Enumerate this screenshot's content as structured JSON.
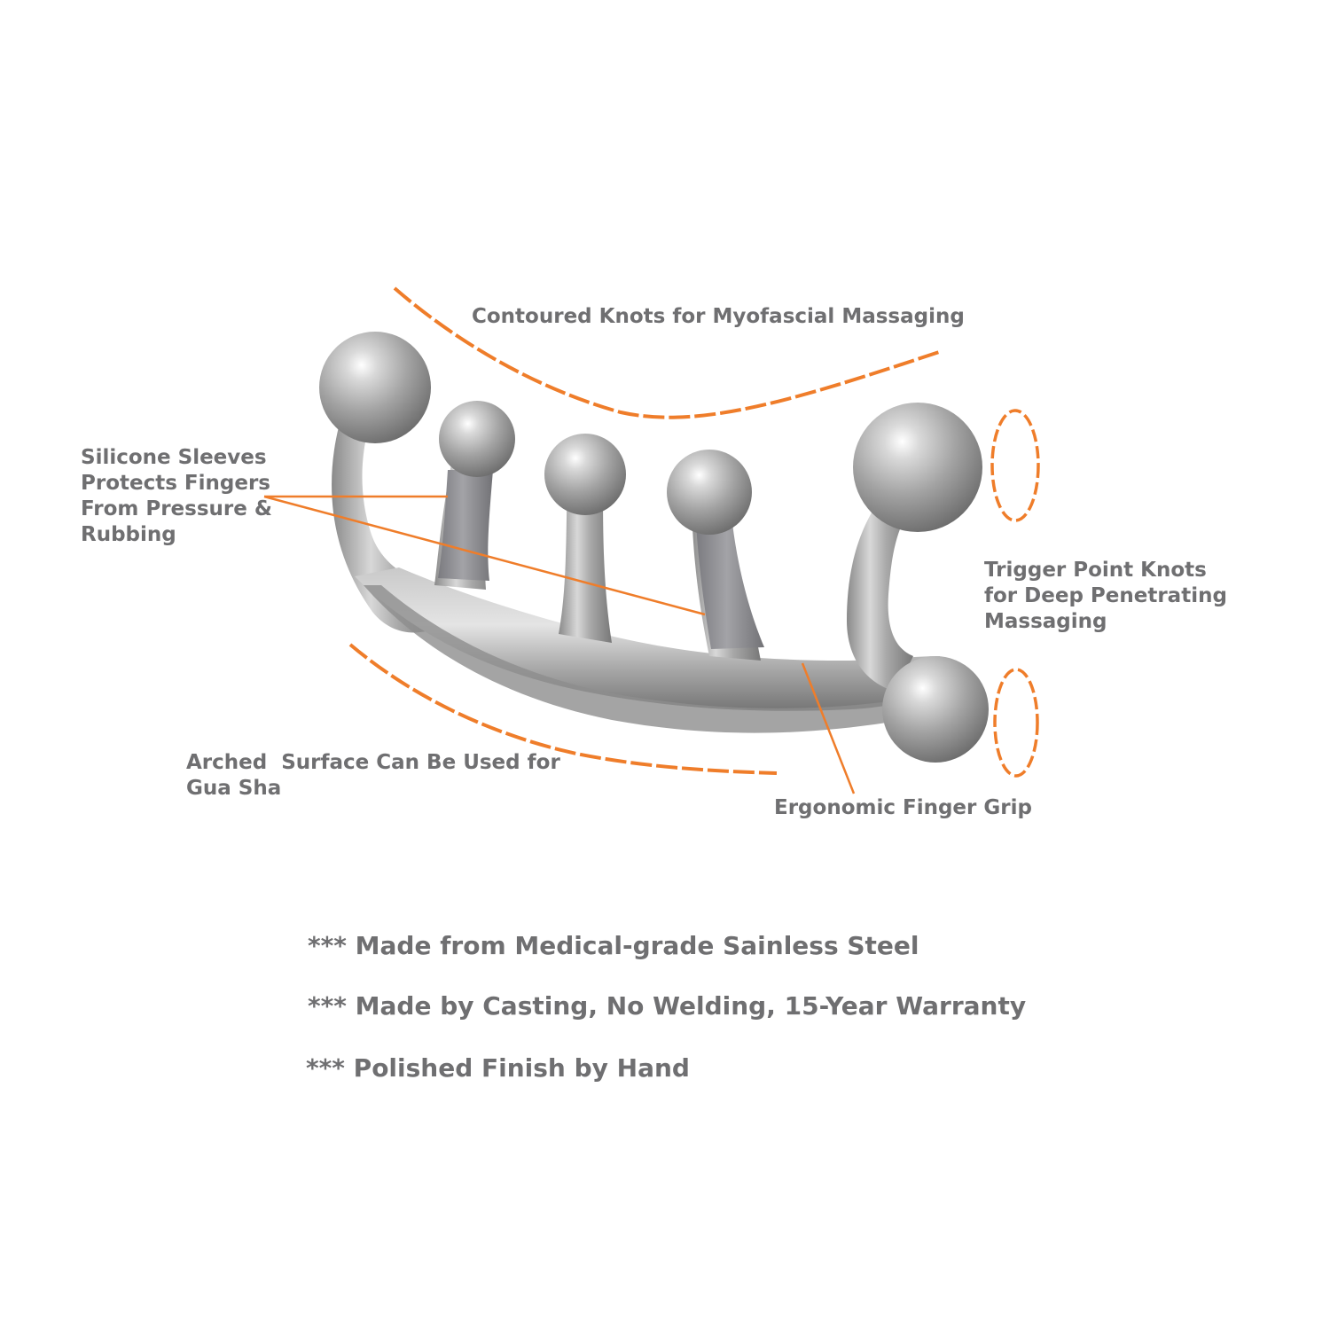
{
  "colors": {
    "accent": "#ef7d2a",
    "text": "#6f6f71",
    "metal_light": "#e6e6e6",
    "metal_mid": "#a9a9a9",
    "metal_dark": "#6c6c6c",
    "sleeve": "#8b8b8f"
  },
  "callouts": {
    "contoured_knots": [
      "Contoured Knots for Myofascial Massaging"
    ],
    "silicone_sleeves": [
      "Silicone Sleeves",
      "Protects Fingers",
      "From Pressure &",
      "Rubbing"
    ],
    "trigger_point": [
      "Trigger Point Knots",
      "for Deep Penetrating",
      "Massaging"
    ],
    "arched_surface": [
      "Arched  Surface Can Be Used for",
      "Gua Sha"
    ],
    "finger_grip": [
      "Ergonomic Finger Grip"
    ]
  },
  "notes": [
    "*** Made from Medical-grade Sainless Steel",
    "*** Made by Casting, No Welding, 15-Year Warranty",
    "*** Polished Finish by Hand"
  ]
}
